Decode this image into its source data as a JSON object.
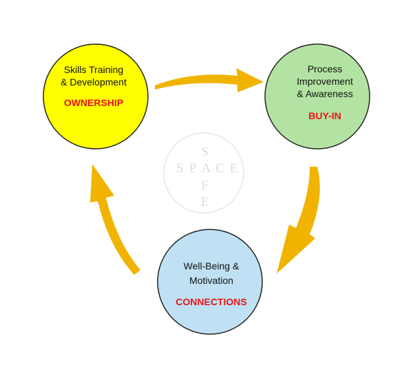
{
  "watermark": {
    "horizontal": [
      "S",
      "P",
      "A",
      "C",
      "E"
    ],
    "vertical_top": "S",
    "vertical_bottom": [
      "F",
      "E"
    ]
  },
  "nodes": {
    "skills": {
      "line1": "Skills Training",
      "line2": "& Development",
      "tag": "OWNERSHIP",
      "fill": "#ffff00",
      "tag_color": "#e8141b"
    },
    "process": {
      "line1": "Process",
      "line2": "Improvement",
      "line3": "& Awareness",
      "tag": "BUY-IN",
      "fill": "#b3e3a2",
      "tag_color": "#e8141b"
    },
    "wellbeing": {
      "line1": "Well-Being &",
      "line2": "Motivation",
      "tag": "CONNECTIONS",
      "fill": "#bfe1f3",
      "tag_color": "#e8141b"
    }
  },
  "colors": {
    "arrow": "#f0b400",
    "outline": "#222222",
    "watermark": "#dcdcdc"
  }
}
